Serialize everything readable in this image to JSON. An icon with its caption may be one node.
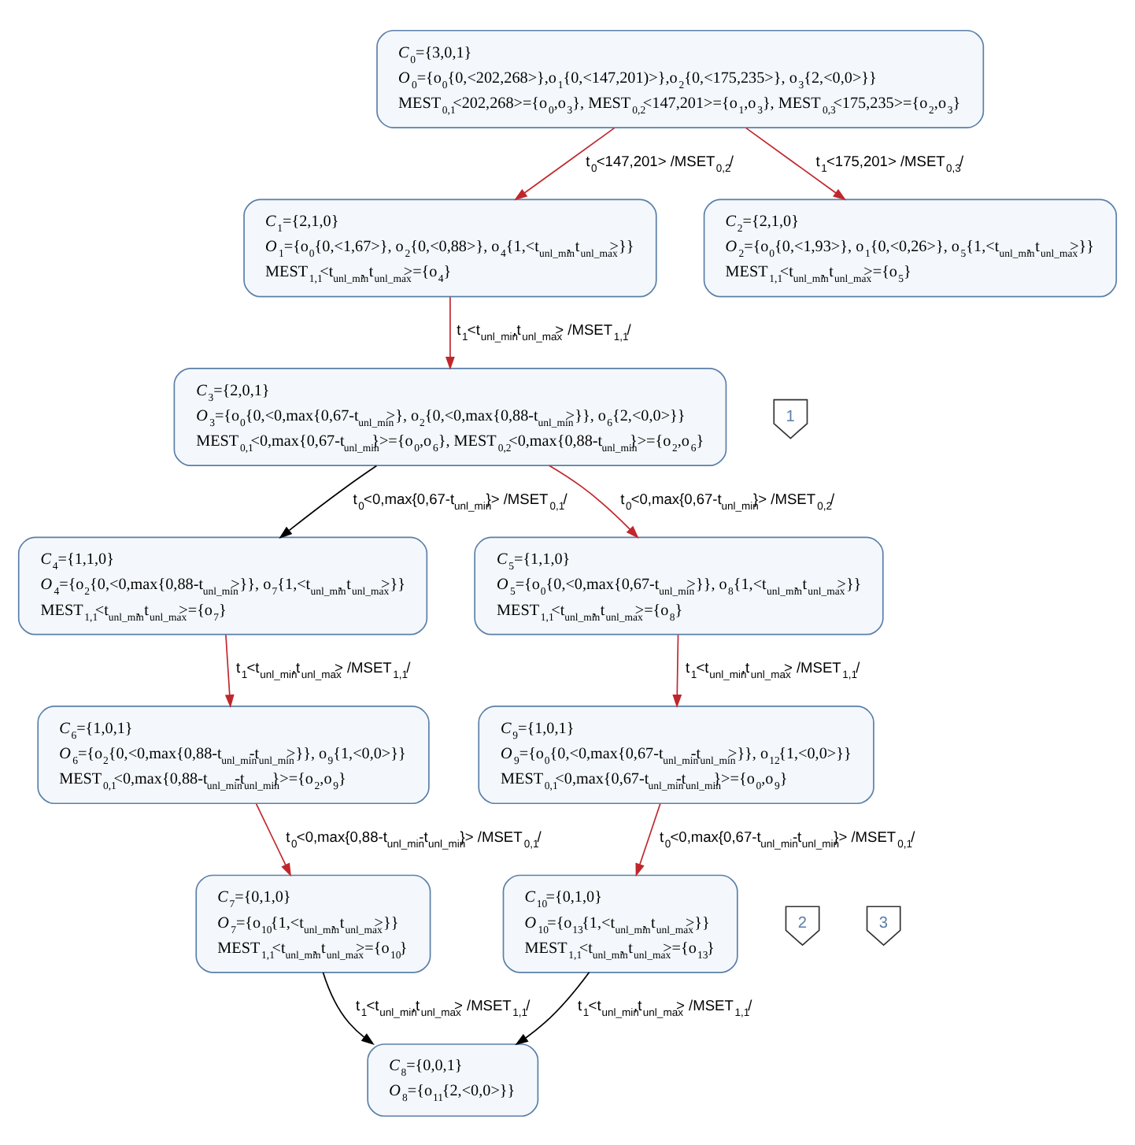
{
  "diagram": {
    "nodes": [
      {
        "text": [
          "*C*$_{0}$={3,0,1}",
          "*O*$_{0}$={o$_{0}${0,<202,268>},o$_{1}${0,<147,201)>},o$_{2}${0,<175,235>}, o$_{3}${2,<0,0>}}",
          "MEST$_{0,1}$<202,268>={o$_{0}$,o$_{3}$}, MEST$_{0,2}$<147,201>={o$_{1}$,o$_{3}$}, MEST$_{0,3}$<175,235>={o$_{2}$,o$_{3}$}"
        ]
      },
      {
        "text": [
          "*C*$_{1}$={2,1,0}",
          "*O*$_{1}$={o$_{0}${0,<1,67>}, o$_{2}${0,<0,88>}, o$_{4}${1,<t$_{unl_min}$, t$_{unl_max}$>}}",
          "MEST$_{1,1}$<t$_{unl_min}$, t$_{unl_max}$>={o$_{4}$}"
        ]
      },
      {
        "text": [
          "*C*$_{2}$={2,1,0}",
          "*O*$_{2}$={o$_{0}${0,<1,93>}, o$_{1}${0,<0,26>}, o$_{5}${1,<t$_{unl_min}$, t$_{unl_max}$>}}",
          "MEST$_{1,1}$<t$_{unl_min}$, t$_{unl_max}$>={o$_{5}$}"
        ]
      },
      {
        "text": [
          "1"
        ]
      },
      {
        "text": [
          "*C*$_{3}$={2,0,1}",
          "*O*$_{3}$={o$_{0}${0,<0,max{0,67-t$_{unl_min}$>}, o$_{2}${0,<0,max{0,88-t$_{unl_min}$>}}, o$_{6}${2,<0,0>}}",
          "MEST$_{0,1}$<0,max{0,67-t$_{unl_min}$}>={o$_{0}$,o$_{6}$}, MEST$_{0,2}$<0,max{0,88-t$_{unl_min}$}>={o$_{2}$,o$_{6}$}"
        ]
      },
      {
        "text": [
          "*C*$_{4}$={1,1,0}",
          "*O*$_{4}$={o$_{2}${0,<0,max{0,88-t$_{unl_min}$>}}, o$_{7}${1,<t$_{unl_min}$, t$_{unl_max}$>}}",
          "MEST$_{1,1}$<t$_{unl_min}$, t$_{unl_max}$>={o$_{7}$}"
        ]
      },
      {
        "text": [
          "*C*$_{5}$={1,1,0}",
          "*O*$_{5}$={o$_{0}${0,<0,max{0,67-t$_{unl_min}$>}}, o$_{8}${1,<t$_{unl_min}$, t$_{unl_max}$>}}",
          "MEST$_{1,1}$<t$_{unl_min}$, t$_{unl_max}$>={o$_{8}$}"
        ]
      },
      {
        "text": [
          "*C*$_{6}$={1,0,1}",
          "*O*$_{6}$={o$_{2}${0,<0,max{0,88-t$_{unl_min}$-t$_{unl_min}$>}}, o$_{9}${1,<0,0>}}",
          "MEST$_{0,1}$<0,max{0,88-t$_{unl_min}$-t$_{unl_min}$}>={o$_{2}$,o$_{9}$}"
        ]
      },
      {
        "text": [
          "*C*$_{9}$={1,0,1}",
          "*O*$_{9}$={o$_{0}${0,<0,max{0,67-t$_{unl_min}$-t$_{unl_min}$>}}, o$_{12}${1,<0,0>}}",
          "MEST$_{0,1}$<0,max{0,67-t$_{unl_min}$-t$_{unl_min}$}>={o$_{0}$,o$_{9}$}"
        ]
      },
      {
        "text": [
          "*C*$_{7}$={0,1,0}",
          "*O*$_{7}$={o$_{10}${1,<t$_{unl_min}$, t$_{unl_max}$>}}",
          "MEST$_{1,1}$<t$_{unl_min}$, t$_{unl_max}$>={o$_{10}$}"
        ]
      },
      {
        "text": [
          "*C*$_{10}$={0,1,0}",
          "*O*$_{10}$={o$_{13}${1,<t$_{unl_min}$, t$_{unl_max}$>}}",
          "MEST$_{1,1}$<t$_{unl_min}$, t$_{unl_max}$>={o$_{13}$}"
        ]
      },
      {
        "text": [
          "2"
        ]
      },
      {
        "text": [
          "3"
        ]
      },
      {
        "text": [
          "*C*$_{8}$={0,0,1}",
          "*O*$_{8}$={o$_{11}${2,<0,0>}}"
        ]
      }
    ],
    "edges": [
      {
        "from": 0,
        "to": 1,
        "arrow": "to",
        "label": "t$_{0}$<147,201> /MSET$_{0,2}$/"
      },
      {
        "from": 0,
        "to": 2,
        "arrow": "to",
        "label": "t$_{1}$<175,201> /MSET$_{0,3}$/"
      },
      {
        "from": 1,
        "to": 4,
        "arrow": "to",
        "label": "t$_{1}$<t$_{unl_min}$,t$_{unl_max}$> /MSET$_{1,1}$/"
      },
      {
        "from": 4,
        "to": 5,
        "arrow": "to",
        "label": "t$_{0}$<0,max{0,67-t$_{unl_min}$}> /MSET$_{0,1}$/",
        "color": "#000000"
      },
      {
        "from": 4,
        "to": 6,
        "arrow": "to",
        "label": "t$_{0}$<0,max{0,67-t$_{unl_min}$}> /MSET$_{0,2}$/"
      },
      {
        "from": 5,
        "to": 7,
        "arrow": "to",
        "label": "t$_{1}$<t$_{unl_min}$,t$_{unl_max}$> /MSET$_{1,1}$/"
      },
      {
        "from": 6,
        "to": 8,
        "arrow": "to",
        "label": "t$_{1}$<t$_{unl_min}$,t$_{unl_max}$> /MSET$_{1,1}$/"
      },
      {
        "from": 7,
        "to": 9,
        "arrow": "to",
        "label": "t$_{0}$<0,max{0,88-t$_{unl_min}$-t$_{unl_min}$}> /MSET$_{0,1}$/"
      },
      {
        "from": 8,
        "to": 10,
        "arrow": "to",
        "label": "t$_{0}$<0,max{0,67-t$_{unl_min}$-t$_{unl_min}$}> /MSET$_{0,1}$/"
      },
      {
        "from": 9,
        "to": 13,
        "arrow": "to",
        "label": "t$_{1}$<t$_{unl_min}$,t$_{unl_max}$> /MSET$_{1,1}$/",
        "color": "#000000"
      },
      {
        "from": 10,
        "to": 13,
        "arrow": "to",
        "label": "t$_{1}$<t$_{unl_min}$,t$_{unl_max}$> /MSET$_{1,1}$/",
        "color": "#000000"
      }
    ]
  }
}
